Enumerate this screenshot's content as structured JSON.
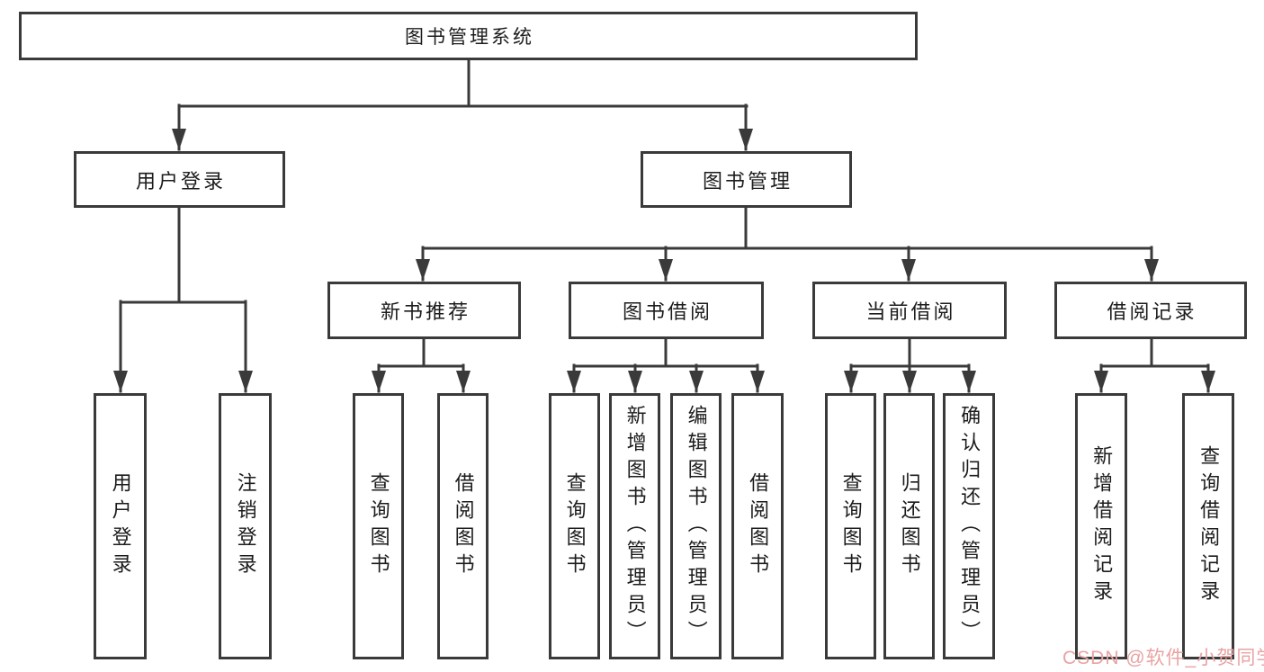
{
  "diagram": {
    "type": "hierarchy-tree",
    "title": "图书管理系统",
    "colors": {
      "line": "#3a3a3a",
      "text": "#1c1c1c",
      "background": "#ffffff",
      "watermark": "#e9a3a3"
    },
    "watermark": "CSDN @软件_小贺同学",
    "nodes": {
      "root": "图书管理系统",
      "user_login": "用户登录",
      "book_mgmt": "图书管理",
      "new_book_rec": "新书推荐",
      "book_borrow": "图书借阅",
      "current_borrow": "当前借阅",
      "borrow_records": "借阅记录",
      "leaf_user_login": "用户登录",
      "leaf_logout": "注销登录",
      "leaf_query_books_a": "查询图书",
      "leaf_borrow_books_a": "借阅图书",
      "leaf_query_books_b": "查询图书",
      "leaf_add_book_admin": "新增图书（管理员）",
      "leaf_edit_book_admin": "编辑图书（管理员）",
      "leaf_borrow_books_b": "借阅图书",
      "leaf_query_books_c": "查询图书",
      "leaf_return_books": "归还图书",
      "leaf_confirm_return_admin": "确认归还（管理员）",
      "leaf_add_borrow_record": "新增借阅记录",
      "leaf_query_borrow_record": "查询借阅记录"
    },
    "tree": {
      "label": "图书管理系统",
      "children": [
        {
          "label": "用户登录",
          "children": [
            {
              "label": "用户登录"
            },
            {
              "label": "注销登录"
            }
          ]
        },
        {
          "label": "图书管理",
          "children": [
            {
              "label": "新书推荐",
              "children": [
                {
                  "label": "查询图书"
                },
                {
                  "label": "借阅图书"
                }
              ]
            },
            {
              "label": "图书借阅",
              "children": [
                {
                  "label": "查询图书"
                },
                {
                  "label": "新增图书（管理员）"
                },
                {
                  "label": "编辑图书（管理员）"
                },
                {
                  "label": "借阅图书"
                }
              ]
            },
            {
              "label": "当前借阅",
              "children": [
                {
                  "label": "查询图书"
                },
                {
                  "label": "归还图书"
                },
                {
                  "label": "确认归还（管理员）"
                }
              ]
            },
            {
              "label": "借阅记录",
              "children": [
                {
                  "label": "新增借阅记录"
                },
                {
                  "label": "查询借阅记录"
                }
              ]
            }
          ]
        }
      ]
    }
  }
}
